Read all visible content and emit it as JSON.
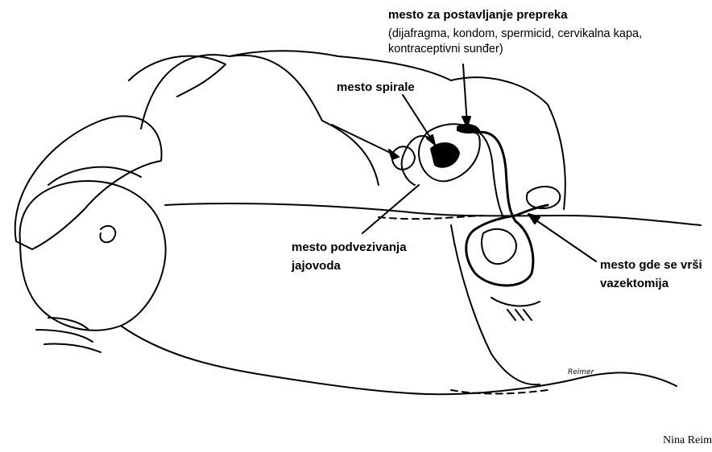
{
  "labels": {
    "barrier": {
      "title": "mesto za postavljanje prepreka",
      "line1": "(dijafragma, kondom, spermicid, cervikalna kapa,",
      "line2": "kontraceptivni sunđer)"
    },
    "iud": "mesto spirale",
    "tubal_line1": "mesto podvezivanja",
    "tubal_line2": "jajovoda",
    "vasectomy_line1": "mesto gde se vrši",
    "vasectomy_line2": "vazektomija"
  },
  "signature": "Reimer",
  "credit": "Nina Reim"
}
